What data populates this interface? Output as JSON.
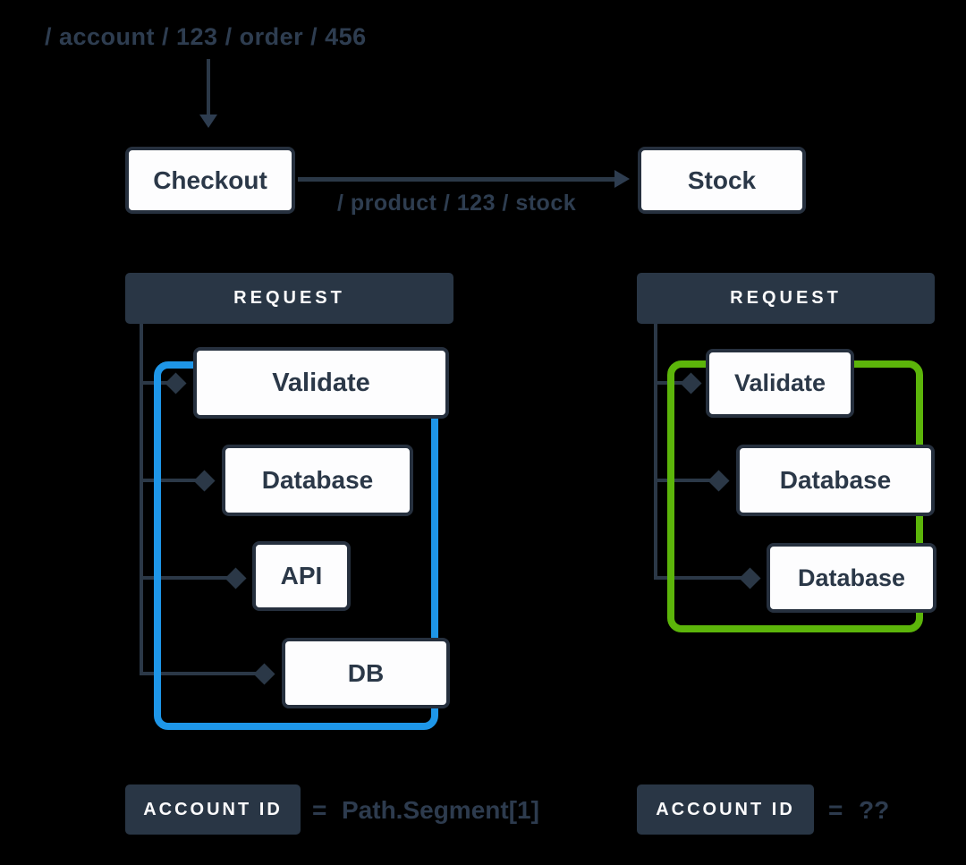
{
  "colors": {
    "background": "#000000",
    "ink_dark": "#293645",
    "line_dark": "#2b3847",
    "text_slate": "#2e3d50",
    "node_fill": "#fdfdfe",
    "node_text": "#2b3848",
    "highlight_blue": "#1e96e8",
    "highlight_green": "#5cb50a"
  },
  "top": {
    "incoming_path": "/ account / 123 / order / 456"
  },
  "services": {
    "checkout_label": "Checkout",
    "stock_label": "Stock",
    "request_path": "/ product / 123 / stock"
  },
  "left_panel": {
    "header": "REQUEST",
    "highlight_color": "#1e96e8",
    "nodes": [
      {
        "label": "Validate"
      },
      {
        "label": "Database"
      },
      {
        "label": "API"
      },
      {
        "label": "DB"
      }
    ]
  },
  "right_panel": {
    "header": "REQUEST",
    "highlight_color": "#5cb50a",
    "nodes": [
      {
        "label": "Validate"
      },
      {
        "label": "Database"
      },
      {
        "label": "Database"
      }
    ]
  },
  "footer": {
    "left": {
      "badge": "ACCOUNT ID",
      "equals": "=",
      "value": "Path.Segment[1]"
    },
    "right": {
      "badge": "ACCOUNT ID",
      "equals": "=",
      "value": "??"
    }
  }
}
